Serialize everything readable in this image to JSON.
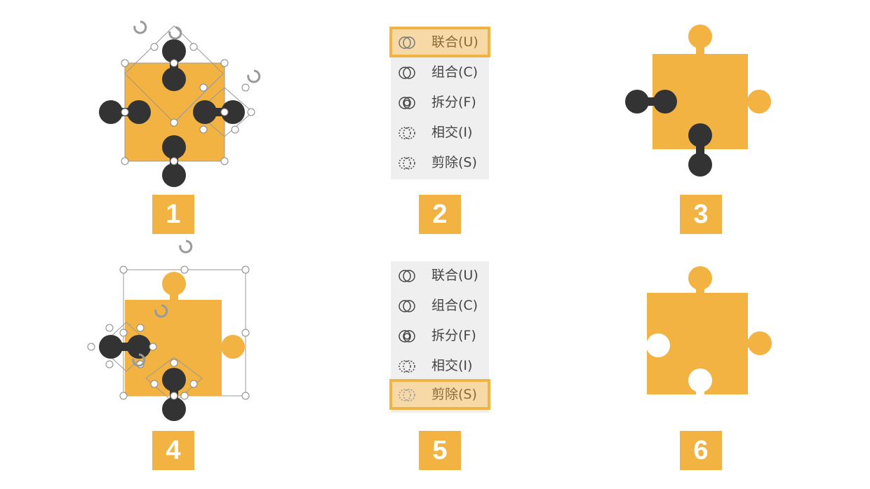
{
  "colors": {
    "accent": "#F2B342",
    "dark_shape": "#333333",
    "menu_bg": "#EFEFEF",
    "menu_highlight": "#F6D9A6"
  },
  "steps": {
    "s1": "1",
    "s2": "2",
    "s3": "3",
    "s4": "4",
    "s5": "5",
    "s6": "6"
  },
  "menu_top": {
    "items": [
      {
        "label": "联合(U)",
        "icon": "union-icon",
        "active": true
      },
      {
        "label": "组合(C)",
        "icon": "combine-icon",
        "active": false
      },
      {
        "label": "拆分(F)",
        "icon": "fragment-icon",
        "active": false
      },
      {
        "label": "相交(I)",
        "icon": "intersect-icon",
        "active": false
      },
      {
        "label": "剪除(S)",
        "icon": "subtract-icon",
        "active": false
      }
    ]
  },
  "menu_bottom": {
    "items": [
      {
        "label": "联合(U)",
        "icon": "union-icon",
        "active": false
      },
      {
        "label": "组合(C)",
        "icon": "combine-icon",
        "active": false
      },
      {
        "label": "拆分(F)",
        "icon": "fragment-icon",
        "active": false
      },
      {
        "label": "相交(I)",
        "icon": "intersect-icon",
        "active": false
      },
      {
        "label": "剪除(S)",
        "icon": "subtract-icon",
        "active": true
      }
    ]
  }
}
